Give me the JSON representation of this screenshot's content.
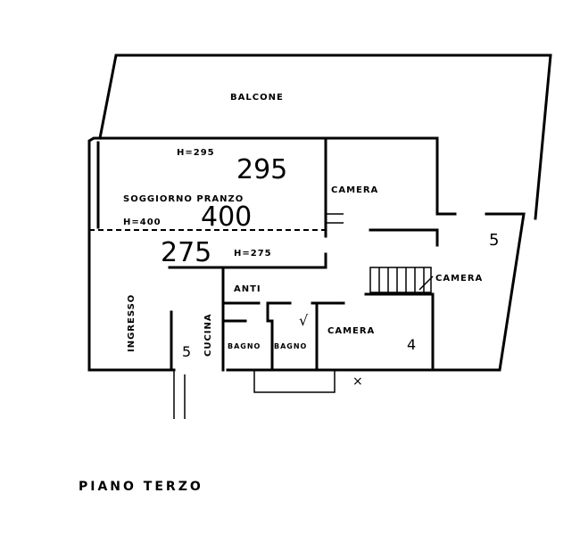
{
  "plan": {
    "title": "PIANO TERZO",
    "rooms": {
      "balcone": "BALCONE",
      "soggiorno": "SOGGIORNO PRANZO",
      "camera_top": "CAMERA",
      "camera_right": "CAMERA",
      "camera_bottom": "CAMERA",
      "ingresso": "INGRESSO",
      "cucina": "CUCINA",
      "anti": "ANTI",
      "bagno1": "BAGNO",
      "bagno2": "BAGNO"
    },
    "heights": {
      "h295": "H=295",
      "h400": "H=400",
      "h275": "H=275"
    },
    "annotations": {
      "n295": "295",
      "n400": "400",
      "n275": "275",
      "n5_right": "5",
      "n4": "4",
      "n5_kitchen": "5"
    }
  }
}
